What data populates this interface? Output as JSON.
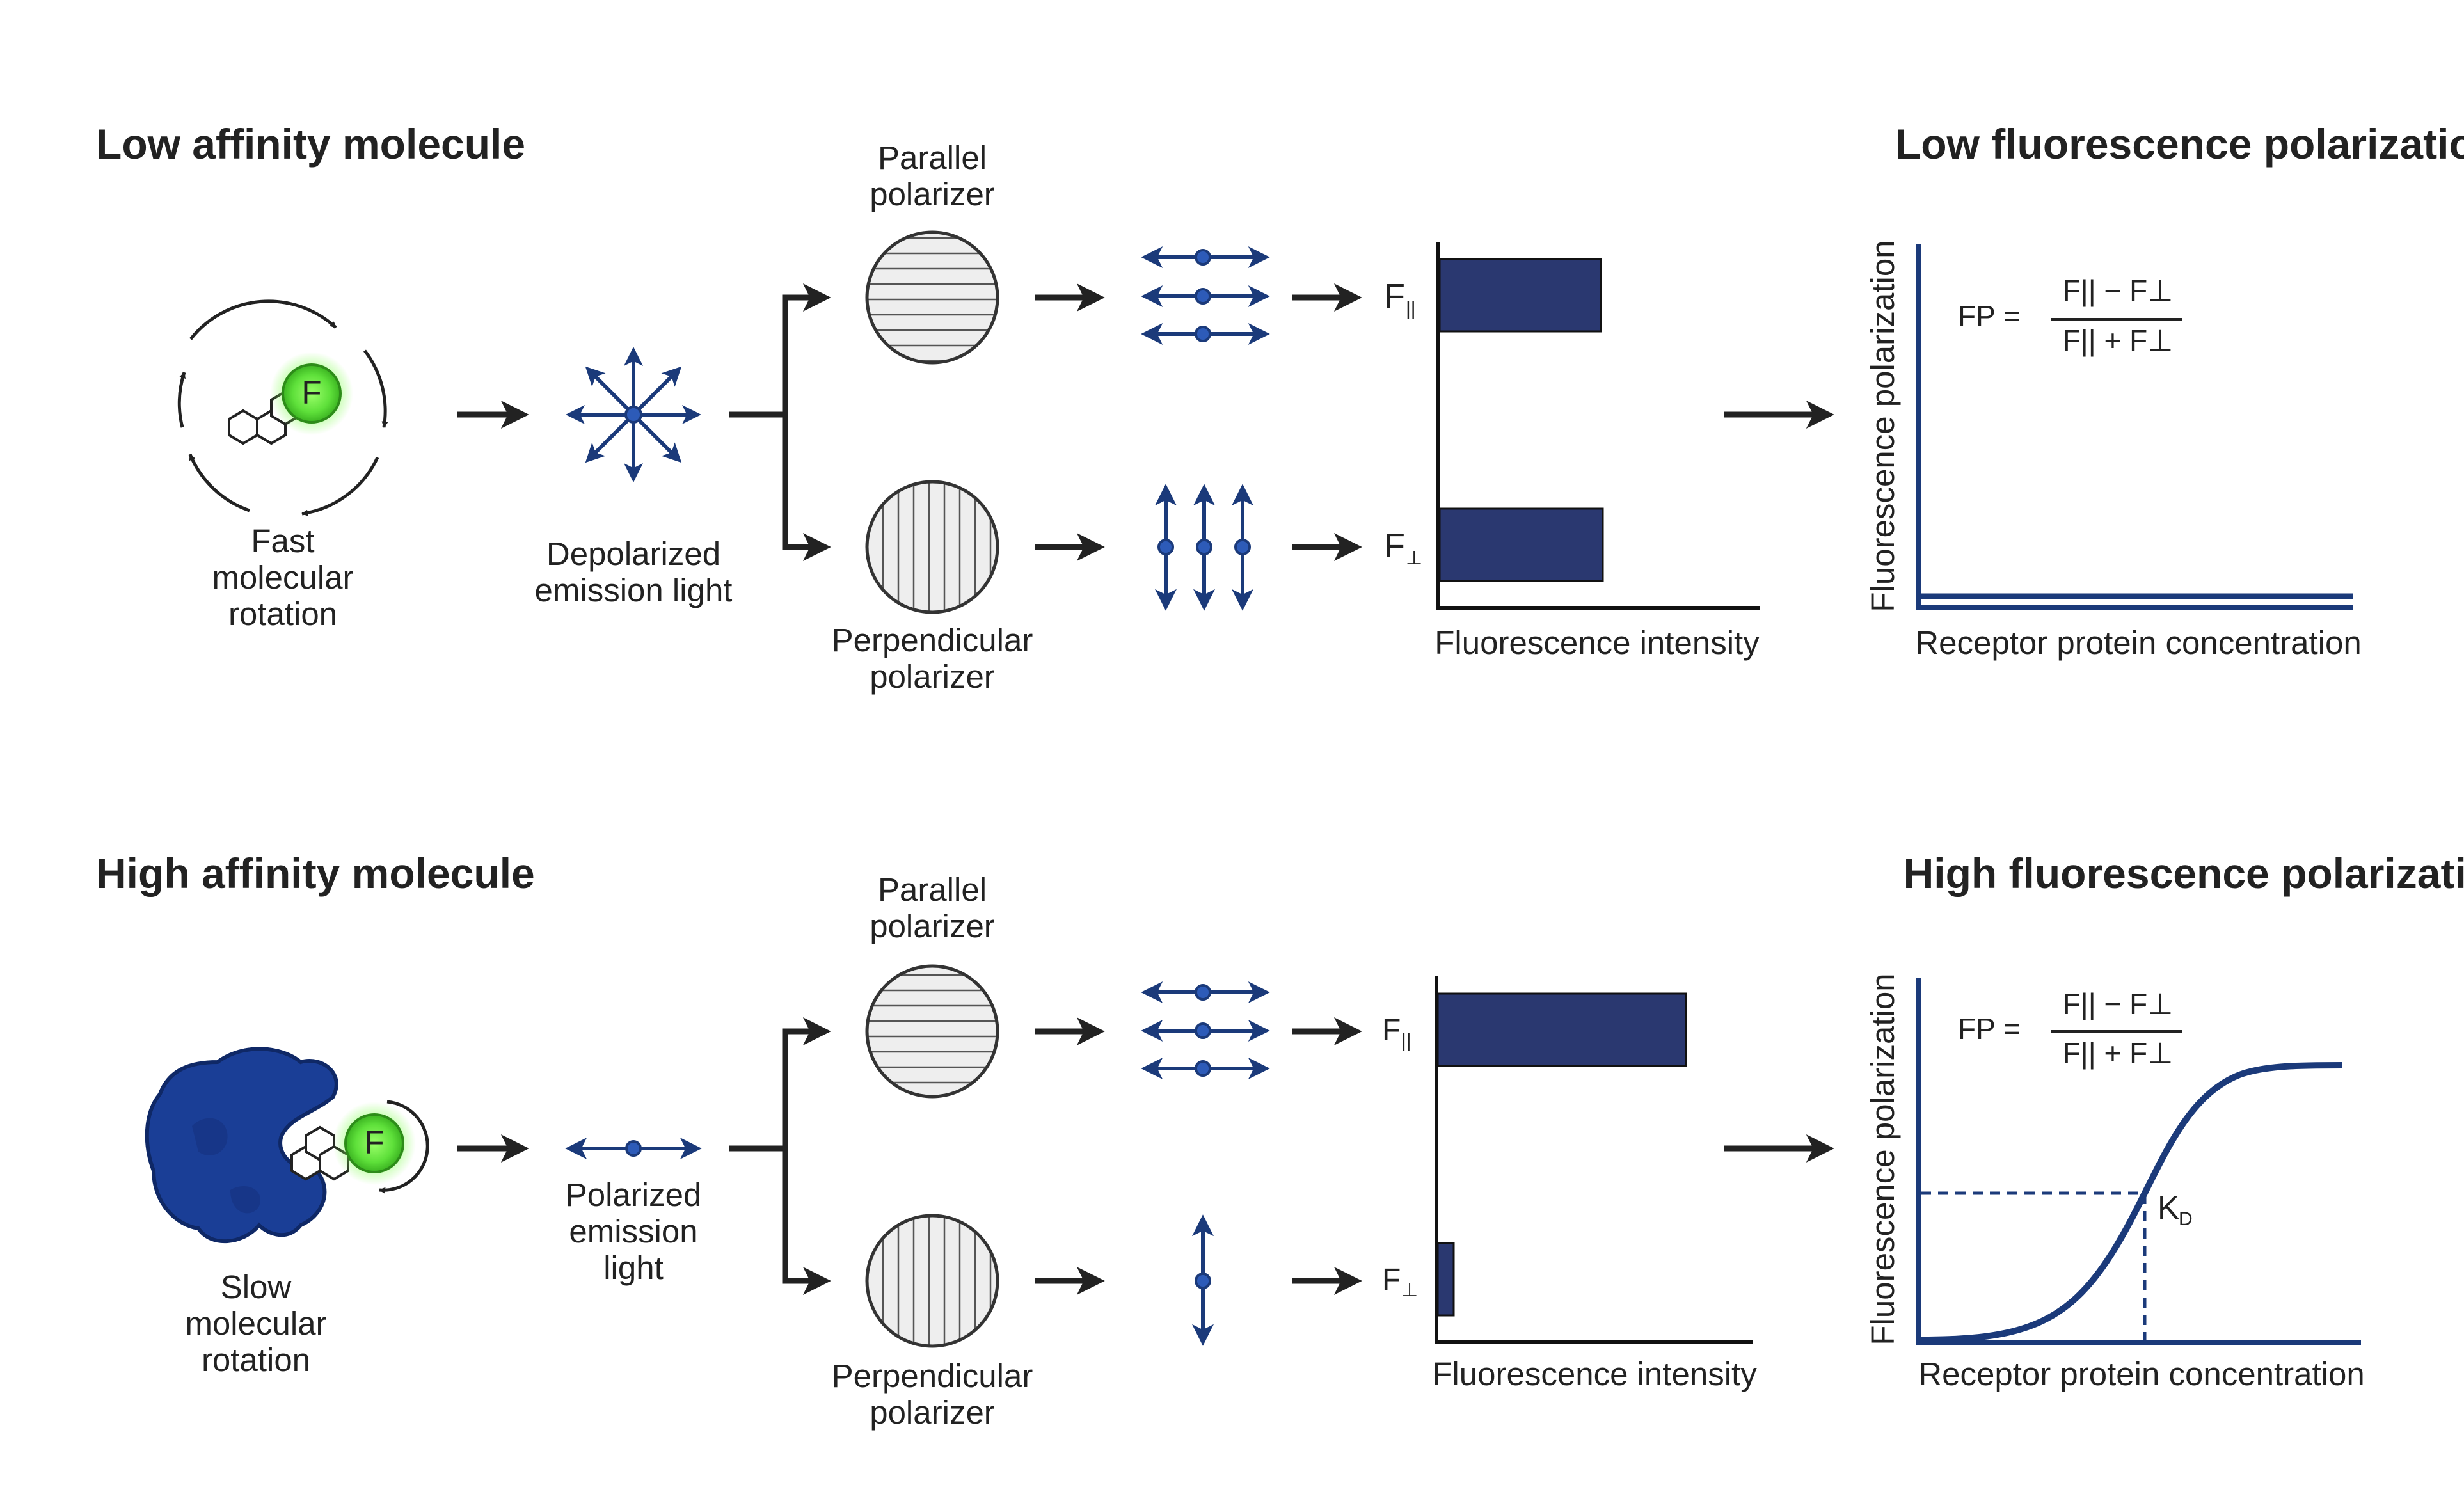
{
  "colors": {
    "navy": "#1b3a7a",
    "bar_fill": "#2a3870",
    "arrow": "#222222",
    "fluor_green": "#5ee03a",
    "protein_blue": "#1a3e96",
    "filter_fill": "#eeeeee"
  },
  "top": {
    "heading": "Low affinity molecule",
    "rotation_label": [
      "Fast",
      "molecular",
      "rotation"
    ],
    "fluor_letter": "F",
    "light_label": [
      "Depolarized",
      "emission light"
    ],
    "parallel_label": [
      "Parallel",
      "polarizer"
    ],
    "perpendicular_label": [
      "Perpendicular",
      "polarizer"
    ],
    "f_parallel": "F",
    "f_parallel_sub": "||",
    "f_perp": "F",
    "f_perp_sub": "⊥",
    "intensity_axis_label": "Fluorescence intensity",
    "right_heading": "Low fluorescence polarization",
    "fp_label": "FP =",
    "fp_numerator": "F|| − F⊥",
    "fp_denominator": "F|| + F⊥",
    "y_axis_label": "Fluorescence polarization",
    "x_axis_label": "Receptor protein concentration"
  },
  "bottom": {
    "heading": "High affinity molecule",
    "rotation_label": [
      "Slow",
      "molecular",
      "rotation"
    ],
    "fluor_letter": "F",
    "light_label": [
      "Polarized",
      "emission",
      "light"
    ],
    "parallel_label": [
      "Parallel",
      "polarizer"
    ],
    "perpendicular_label": [
      "Perpendicular",
      "polarizer"
    ],
    "f_parallel": "F",
    "f_parallel_sub": "||",
    "f_perp": "F",
    "f_perp_sub": "⊥",
    "intensity_axis_label": "Fluorescence intensity",
    "right_heading": "High fluorescence polarization",
    "fp_label": "FP =",
    "fp_numerator": "F|| − F⊥",
    "fp_denominator": "F|| + F⊥",
    "y_axis_label": "Fluorescence polarization",
    "x_axis_label": "Receptor protein concentration",
    "kd_label": "K",
    "kd_sub": "D"
  }
}
